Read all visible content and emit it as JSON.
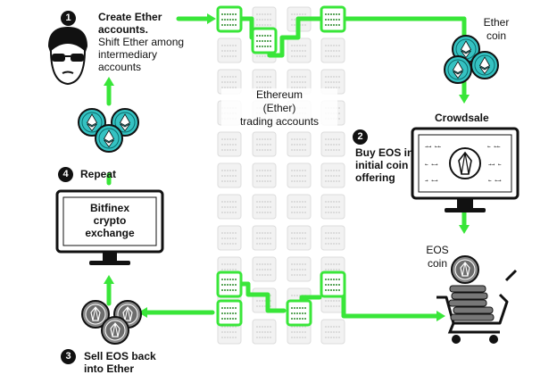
{
  "steps": [
    {
      "number": "1",
      "title": "Create Ether",
      "detail_line1": "accounts.",
      "detail_line2": "Shift Ether among",
      "detail_line3": "intermediary",
      "detail_line4": "accounts"
    },
    {
      "number": "2",
      "title_line1": "Buy EOS in",
      "title_line2": "initial coin",
      "title_line3": "offering"
    },
    {
      "number": "3",
      "title_line1": "Sell EOS back",
      "title_line2": "into Ether"
    },
    {
      "number": "4",
      "title": "Repeat"
    }
  ],
  "labels": {
    "ether_coin_line1": "Ether",
    "ether_coin_line2": "coin",
    "crowdsale": "Crowdsale",
    "eos_coin_line1": "EOS",
    "eos_coin_line2": "coin",
    "center_line1": "Ethereum",
    "center_line2": "(Ether)",
    "center_line3": "trading accounts",
    "exchange_line1": "Bitfinex",
    "exchange_line2": "crypto",
    "exchange_line3": "exchange"
  },
  "colors": {
    "flow_green": "#39e639",
    "ether_teal": "#35c2c2",
    "eos_gray": "#888888",
    "ink": "#111111"
  },
  "icons": [
    "anonymous-person-icon",
    "ether-coin-icon",
    "eos-coin-icon",
    "crowdsale-monitor-icon",
    "shopping-cart-icon",
    "exchange-monitor-icon",
    "flow-arrow-icon"
  ]
}
